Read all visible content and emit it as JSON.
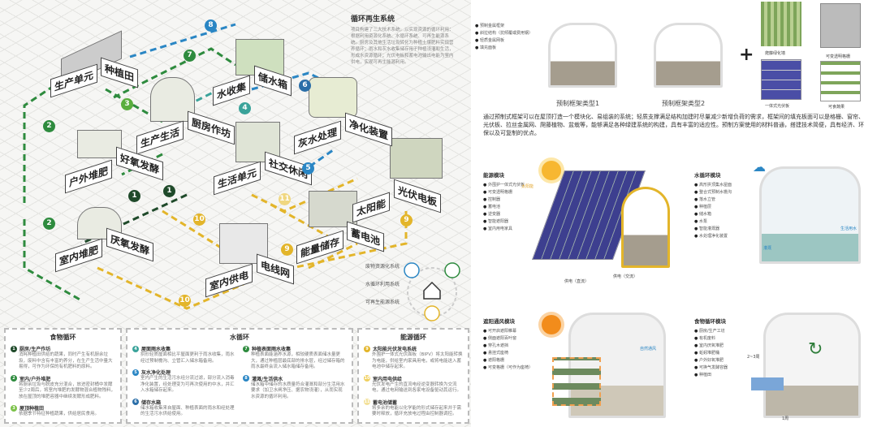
{
  "intro": {
    "title": "循环再生系统",
    "text": "项目构建了三大技术系统，以实现资源的循环利用：根据利用资源化系统、水循环系统、可再生能源系统。厨房及其他生活垃圾转化为种植土壤肥料实现营养循环；雨水和灰水收集储存用于种植浇灌和生活，形成水资源循环；光伏电板和蓄电池输出电能为室内供电，实现可再生能源利用。"
  },
  "units": [
    {
      "a": "生产单元",
      "b": "种植田"
    },
    {
      "a": "水收集",
      "b": "储水箱"
    },
    {
      "a": "生产生活",
      "b": "厨房作坊"
    },
    {
      "a": "灰水处理",
      "b": "净化装置"
    },
    {
      "a": "户外堆肥",
      "b": "好氧发酵"
    },
    {
      "a": "生活单元",
      "b": "社交休闲"
    },
    {
      "a": "太阳能",
      "b": "光伏电板"
    },
    {
      "a": "能量储存",
      "b": "蓄电池"
    },
    {
      "a": "室内堆肥",
      "b": "厌氧发酵"
    },
    {
      "a": "室内供电",
      "b": "电线网"
    }
  ],
  "badges": [
    "8",
    "7",
    "6",
    "5",
    "4",
    "3",
    "2",
    "2",
    "1",
    "1",
    "11",
    "10",
    "10",
    "9",
    "9"
  ],
  "legend": [
    "废物资源化系统",
    "水循环利用系统",
    "可再生能源系统"
  ],
  "colors": {
    "food": "#2e8b3e",
    "water": "#2a86c4",
    "energy": "#e3b52a",
    "dark": "#1f4a2a"
  },
  "sections": [
    {
      "title": "食物循环",
      "items": [
        {
          "n": "1",
          "t": "厨房/生产作坊",
          "p": "消耗种植田供给的蔬果，同时产生有机厨余垃圾，废料中含有丰富的养分，在生产生活中量大易得，可作为环保的有机肥料的原料。"
        },
        {
          "n": "2",
          "t": "室内/户外堆肥",
          "p": "将厨余垃圾与脱皮充分混合，放进密封桶中发酵至少2周后，将室内堆肥的发酵物混合植物残料，放在屋顶的堆肥容器中继续发酵形成肥料。"
        },
        {
          "n": "3",
          "t": "屋顶种植田",
          "p": "依据季节特征种植蔬果，供给居民食用。"
        }
      ]
    },
    {
      "title": "水循环",
      "items": [
        {
          "n": "4",
          "t": "屋面雨水收集",
          "p": "拱形轻质屋面相比平屋面更利于雨水收集，雨水经过预制檐沟、立管汇入储水箱备用。"
        },
        {
          "n": "5",
          "t": "灰水净化处理",
          "p": "室内产生的生活污水经分流过滤，部分流入消毒净化装置，经处理变为可再次使用的中水，并汇入水箱储存起来。"
        },
        {
          "n": "6",
          "t": "储存水箱",
          "p": "储水箱收集来自屋面、种植表面的雨水和经处理的生活污水供给使用。"
        },
        {
          "n": "7",
          "t": "种植表面雨水收集",
          "p": "种植表面能涵养水源，相较硬质表面储水量更大，通过种植层最底部的排水层，经过储存箱的雨水最终会流入储水箱储存备用。"
        },
        {
          "n": "8",
          "t": "灌溉/生活供水",
          "p": "储水箱中储存的水质量符合灌溉和部分生活用水要求（加卫水闸净压、据农物浇灌），从而实现水资源的循环利用。"
        }
      ]
    },
    {
      "title": "能源循环",
      "items": [
        {
          "n": "9",
          "t": "太阳能光伏发电系统",
          "p": "外围护一体式光伏面板（BIPV）将太阳能转换为电能，供给室内家具用电，或将电能送入蓄电池中储存起来。"
        },
        {
          "n": "10",
          "t": "室内用电供给",
          "p": "光伏发电产生的直流电经逆变器转换为交流电，通过电网输送到各家电设备驱动其运行。"
        },
        {
          "n": "11",
          "t": "蓄电池储蓄",
          "p": "将多余的电能以化学能的形式储存起来并于需要时释放，循环充放电过程由控制器调控。"
        }
      ]
    }
  ],
  "frames": {
    "type1": "预制框架类型1",
    "type2": "预制框架类型2",
    "legend": [
      "预制金属框架",
      "斜拉结构（抗倾覆或费用钢）",
      "轻质金属网板",
      "填充面板"
    ],
    "plus": "+",
    "panels": [
      "爬藤绿化墙",
      "可变透明格栅",
      "一体式光伏板",
      "可食蔬果"
    ]
  },
  "description": "通过预制式框架可以在屋顶打造一个模块化、易组装的系统；轻质支撑满足结构加建时尽量减少新增负荷的需求，框架间的填充板面可以是格栅、窗帘、光伏板、拉丝金属网、爬藤植物、盆栽等，能够满足各种绿建系统的构建，具有丰富的适应性。预制方案使用的材料普通，搭建技术简便，具有经济、环保以及可复制的优点。",
  "modules": [
    {
      "title": "能源模块",
      "items": [
        "外围护一体式光伏板",
        "可变透明格栅",
        "控制器",
        "蓄电池",
        "逆变器",
        "智能遮阳器",
        "室内用电家具"
      ]
    },
    {
      "title": "水循环模块",
      "items": [
        "高形拱顶集水屋面",
        "整合式预制水檐沟",
        "落水立管",
        "种植层",
        "储水箱",
        "水泵",
        "智能灌溉器",
        "水处理净化装置"
      ]
    },
    {
      "title": "遮阳通风模块",
      "items": [
        "可开启遮阳帷幕",
        "侧面遮阳百叶窗",
        "穿孔木遮挡",
        "悬挂式座椅",
        "遮阳格栅",
        "可变格栅（可作为座椅）"
      ]
    },
    {
      "title": "食物循环模块",
      "items": [
        "厨房/生产工坊",
        "有机废料",
        "室内厌氧堆肥",
        "蚯蚓堆肥桶",
        "户外好氧堆肥",
        "可换气发酵容器",
        "种植田"
      ]
    }
  ],
  "tags": {
    "sunlight": "太阳能",
    "dc": "供电（直流）",
    "ac": "供电（交流）",
    "store": "储存",
    "supply": "供电",
    "rain": "生活用水",
    "filter": "灌溉",
    "wind": "自然通风",
    "weeks23": "2~3周",
    "week1": "1周"
  }
}
